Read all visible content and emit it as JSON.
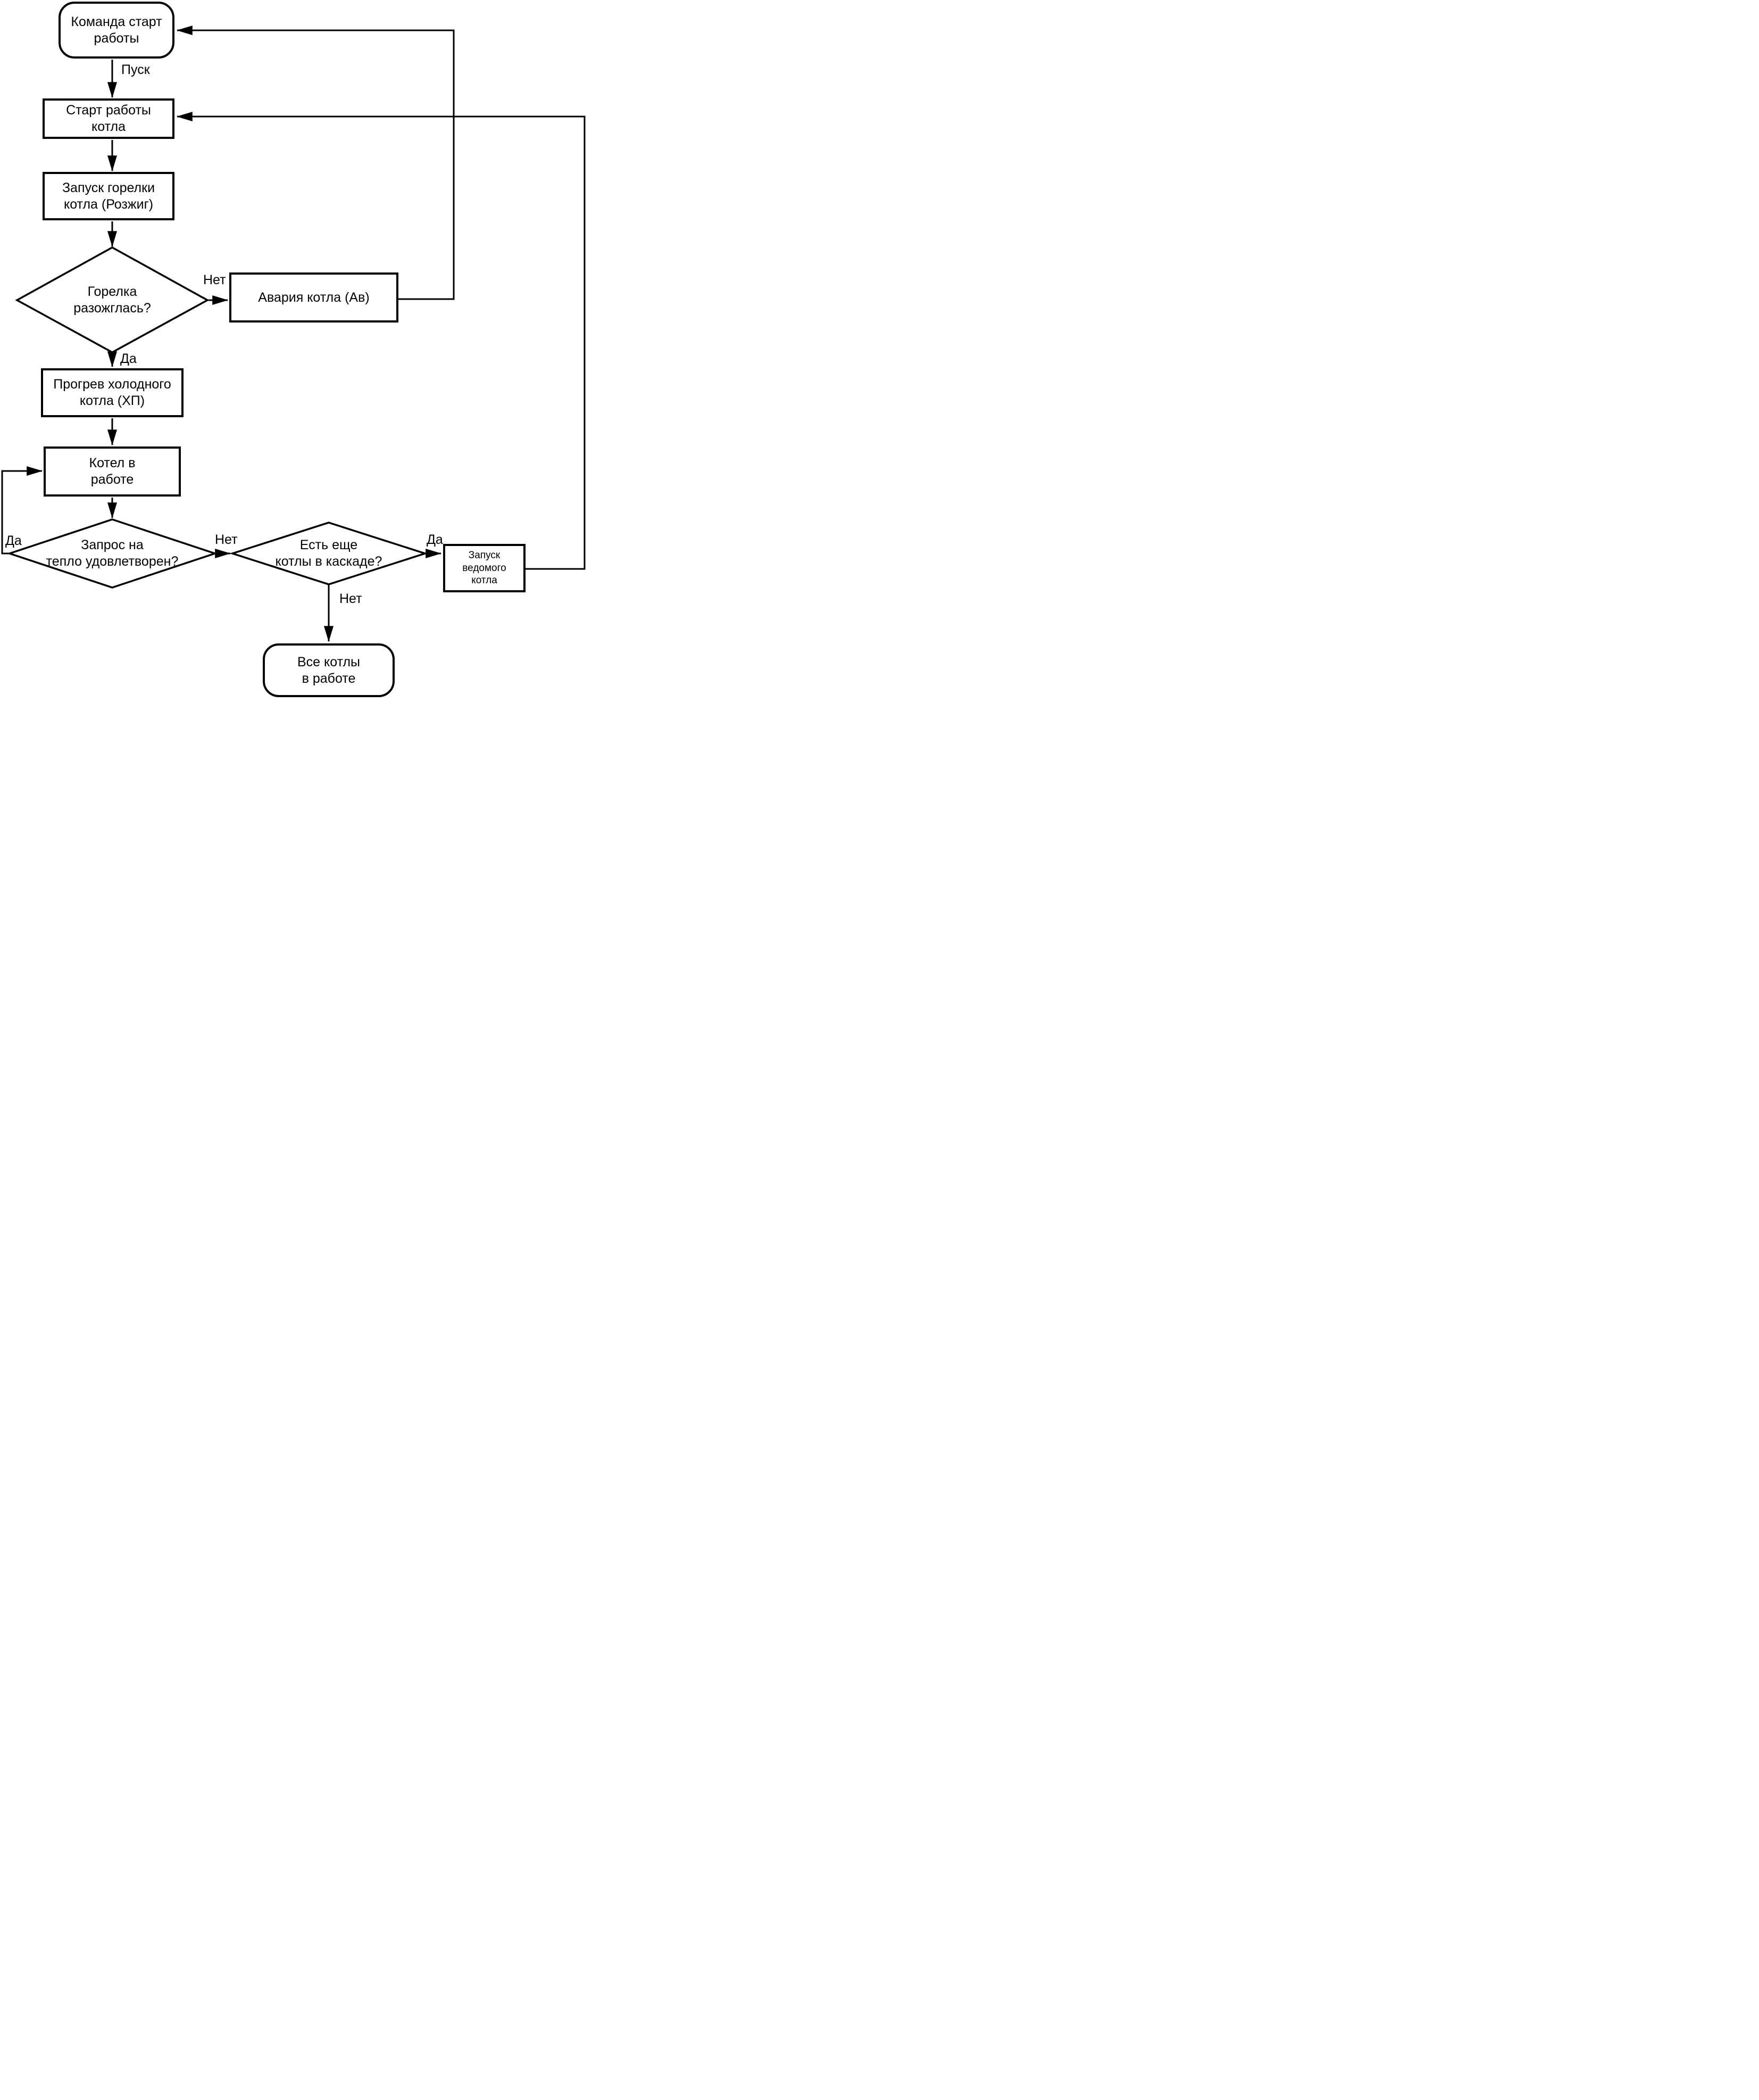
{
  "diagram": {
    "type": "flowchart",
    "language": "ru",
    "background_color": "#ffffff",
    "line_color": "#000000",
    "nodes": {
      "start_command": {
        "label": "Команда старт\nработы",
        "shape": "terminator"
      },
      "boiler_start": {
        "label": "Старт работы\nкотла",
        "shape": "process"
      },
      "burner_ignition": {
        "label": "Запуск горелки\nкотла (Розжиг)",
        "shape": "process"
      },
      "burner_ignited": {
        "label": "Горелка\nразожглась?",
        "shape": "decision"
      },
      "boiler_alarm": {
        "label": "Авария котла (Ав)",
        "shape": "process"
      },
      "cold_boiler_warmup": {
        "label": "Прогрев холодного\nкотла (ХП)",
        "shape": "process"
      },
      "boiler_in_operation": {
        "label": "Котел в\nработе",
        "shape": "process"
      },
      "heat_demand_satisfied": {
        "label": "Запрос на\nтепло удовлетворен?",
        "shape": "decision"
      },
      "more_boilers_in_cascade": {
        "label": "Есть еще\nкотлы в каскаде?",
        "shape": "decision"
      },
      "slave_boiler_start": {
        "label": "Запуск ведомого\nкотла",
        "shape": "process"
      },
      "all_boilers_running": {
        "label": "Все котлы\nв работе",
        "shape": "terminator"
      }
    },
    "edge_labels": {
      "pusk": "Пуск",
      "ignited_no": "Нет",
      "ignited_yes": "Да",
      "heat_yes": "Да",
      "heat_no": "Нет",
      "cascade_yes": "Да",
      "cascade_no": "Нет"
    }
  }
}
